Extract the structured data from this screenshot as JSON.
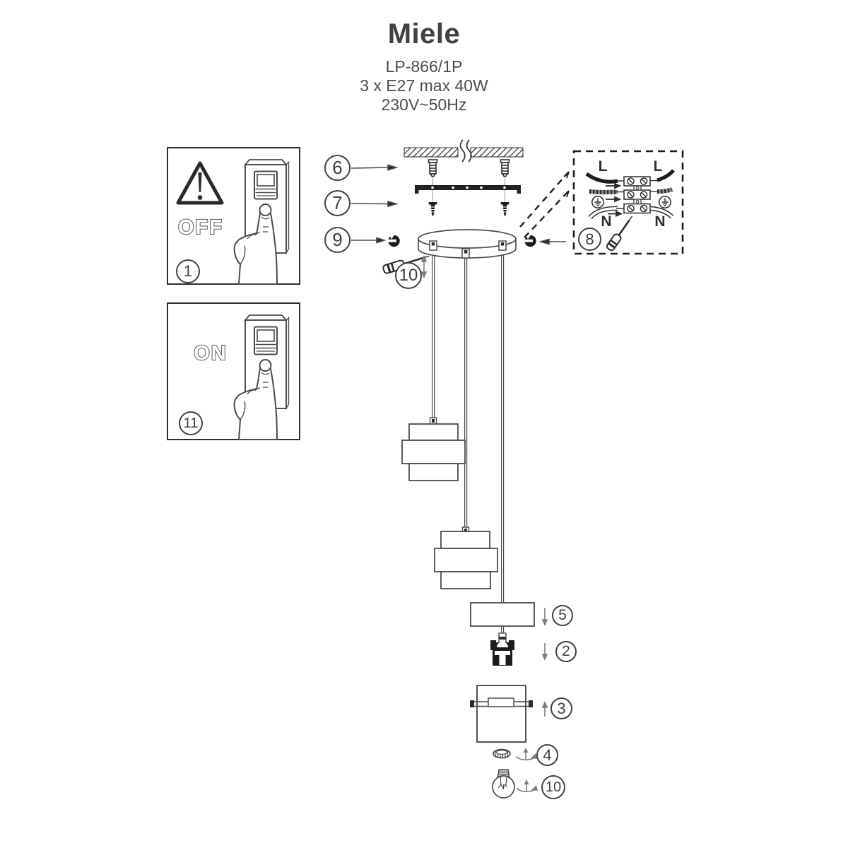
{
  "header": {
    "brand": "Miele",
    "model": "LP-866/1P",
    "lamping": "3 x E27 max 40W",
    "voltage": "230V~50Hz"
  },
  "switch_panels": {
    "off": {
      "label": "OFF",
      "step": "1"
    },
    "on": {
      "label": "ON",
      "step": "11"
    }
  },
  "wiring_box": {
    "step": "8",
    "line_left": "L",
    "line_right": "L",
    "neutral_left": "N",
    "neutral_right": "N"
  },
  "callouts": {
    "wall_plug": "6",
    "bracket": "7",
    "cable_clip": "9",
    "cord_adjust": "10",
    "shade_ring": "5",
    "socket": "2",
    "glass_shade": "3",
    "fixing_ring": "4",
    "bulb": "10"
  },
  "colors": {
    "ink": "#414042",
    "line": "#4a4a4c",
    "dark": "#1d1d1f",
    "background": "#ffffff"
  }
}
